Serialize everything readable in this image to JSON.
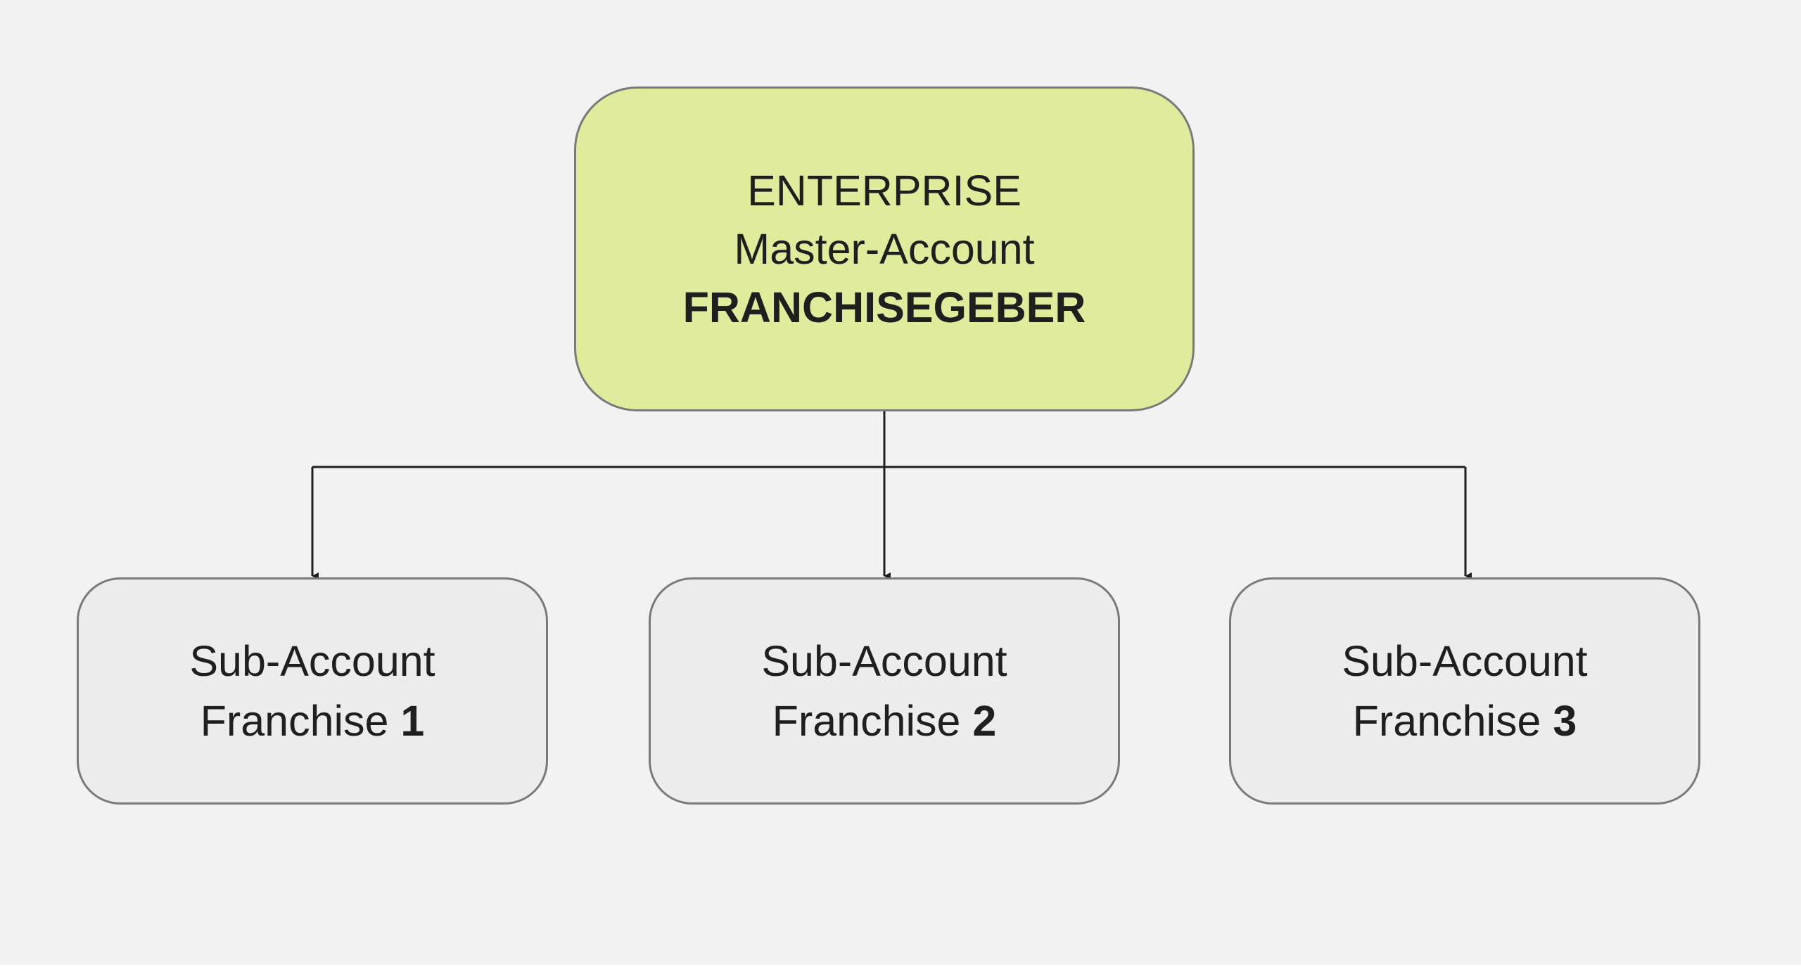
{
  "master": {
    "line1": "ENTERPRISE",
    "line2": "Master-Account",
    "line3": "FRANCHISEGEBER",
    "fill_color": "#e0ec9c"
  },
  "subs": [
    {
      "line1": "Sub-Account",
      "prefix": "Franchise ",
      "number": "1"
    },
    {
      "line1": "Sub-Account",
      "prefix": "Franchise ",
      "number": "2"
    },
    {
      "line1": "Sub-Account",
      "prefix": "Franchise ",
      "number": "3"
    }
  ],
  "colors": {
    "background": "#f2f2f2",
    "sub_fill": "#ececec",
    "border": "#7a7a7a",
    "connector": "#1f1f1f"
  }
}
